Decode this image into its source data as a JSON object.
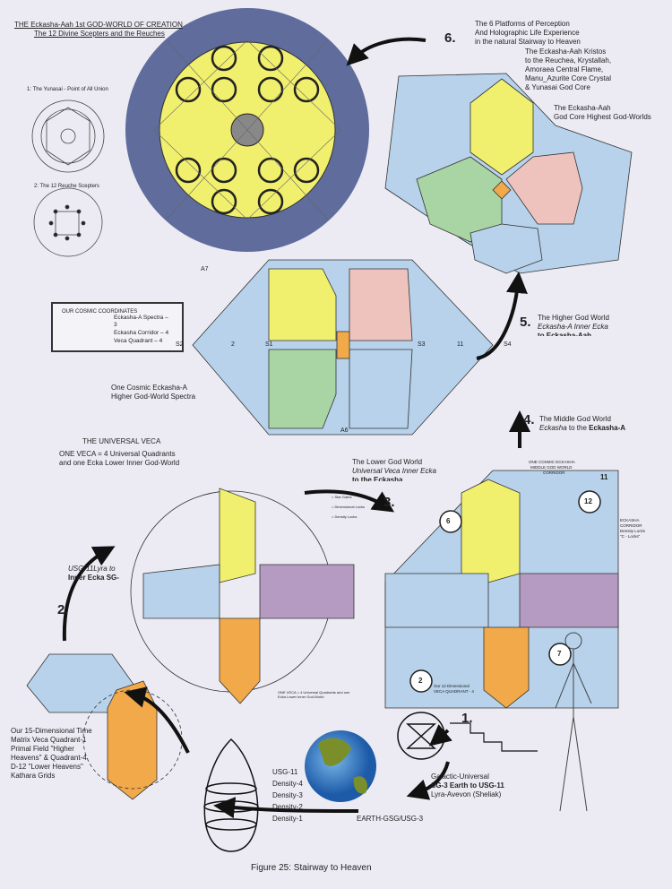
{
  "header": {
    "title_line1": "THE Eckasha-Aah 1st GOD-WORLD OF CREATION",
    "title_line2": "The 12 Divine Scepters and the Reuches"
  },
  "insets": {
    "yunasai": "1: The Yunasai - Point of All Union",
    "reuche": "2: The 12 Reuche Scepters"
  },
  "step6": {
    "number": "6.",
    "lines": [
      "The 6 Platforms of Perception",
      "And Holographic Life Experience",
      "in the natural Stairway to Heaven"
    ],
    "kristos": [
      "The Eckasha-Aah Kristos",
      "to the Reuchea, Krystallah,",
      "Amoraea Central Flame,",
      "Manu_Azurite Core Crystal",
      "& Yunasai God Core"
    ],
    "godcore": [
      "The Eckasha-Aah",
      "God Core Highest God-Worlds"
    ]
  },
  "coordinates": {
    "title": "OUR COSMIC COORDINATES",
    "items": [
      "Eckasha-A Spectra –",
      "3",
      "Eckasha Corridor – 4",
      "Veca Quadrant – 4"
    ]
  },
  "spectra": {
    "caption": [
      "One Cosmic Eckasha-A",
      "Higher God-World Spectra"
    ],
    "nodes": [
      "A7",
      "A6",
      "2",
      "S1",
      "S3",
      "11",
      "S2",
      "S4"
    ]
  },
  "step5": {
    "number": "5.",
    "line1": "The Higher God World",
    "line2": "Eckasha-A Inner Ecka",
    "line3": "to Eckasha-Aah"
  },
  "step4": {
    "number": "4.",
    "line1": "The Middle God World",
    "line2a": "Eckasha",
    "line2b": " to the ",
    "line2c": "Eckasha-A"
  },
  "lower_world": {
    "line1": "The Lower God World",
    "line2": "Universal Veca Inner Ecka",
    "line3": "to the Eckasha"
  },
  "veca": {
    "title": "THE UNIVERSAL VECA",
    "line1": "ONE VECA = 4 Universal Quadrants",
    "line2": "and one Ecka Lower Inner God-World",
    "legend": [
      "= Star Gates",
      "= Dimensional Locks",
      "= Density Locks"
    ],
    "footer": "ONE VECA = 4 Universal Quadrants and one Ecka Lower Inner God-World"
  },
  "step3": {
    "number": "3."
  },
  "corridor": {
    "title": [
      "ONE COSMIC ECKASHA",
      "MIDDLE GOD WORLD",
      "CORRIDOR"
    ],
    "label": [
      "ECKASHA",
      "CORRIDOR",
      "Density Locks",
      "\"C - Locks\""
    ],
    "quadrant_label": [
      "Our 12 Dimensional",
      "VECA QUADRANT - 4"
    ],
    "nodes": [
      "12",
      "11",
      "6",
      "7",
      "2"
    ]
  },
  "step2": {
    "number": "2.",
    "line1": "USG-11Lyra to",
    "line2": "Inner Ecka SG-"
  },
  "time_matrix": {
    "lines": [
      "Our 15-Dimensional Time",
      "Matrix Veca Quadrant-1",
      "Primal Field \"Higher",
      "Heavens\" & Quadrant-4",
      "D-12 \"Lower Heavens\"",
      "Kathara Grids"
    ]
  },
  "densities": [
    "USG-11",
    "Density-4",
    "Density-3",
    "Density-2",
    "Density-1"
  ],
  "step1": {
    "number": "1.",
    "line1": "Galactic-Universal",
    "line2": "SG-3 Earth to USG-11",
    "line3": "Lyra-Avevon (Sheliak)"
  },
  "earth_label": "EARTH-GSG/USG-3",
  "caption": "Figure 25:  Stairway to Heaven",
  "colors": {
    "background": "#ecebf4",
    "slate": "#5f6c9c",
    "yellow": "#f1ef6e",
    "light_blue": "#b7d2ea",
    "green": "#a9d4a4",
    "pink": "#efc3bd",
    "purple": "#b59ac2",
    "orange": "#f2a94a"
  }
}
